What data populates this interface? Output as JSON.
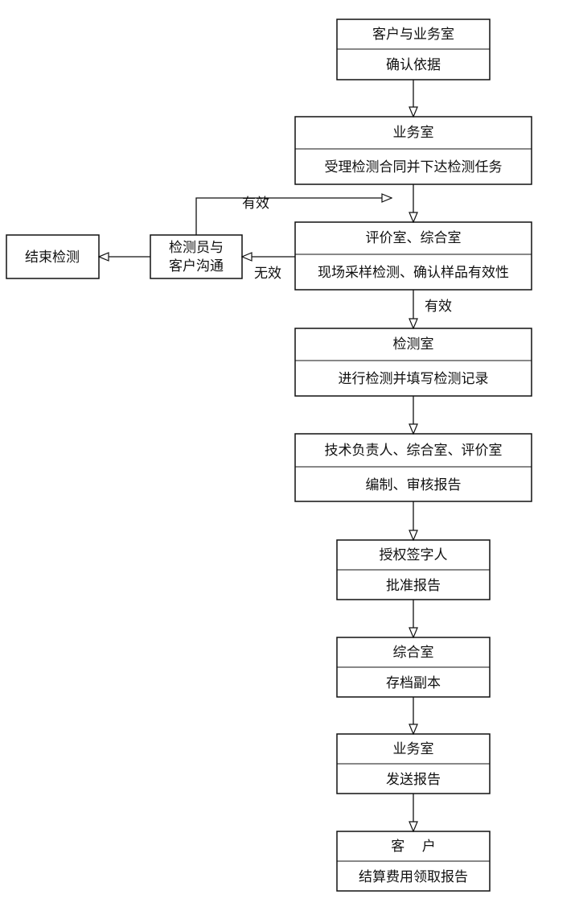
{
  "steps": [
    {
      "role": "客户与业务室",
      "task": "确认依据"
    },
    {
      "role": "业务室",
      "task": "受理检测合同并下达检测任务"
    },
    {
      "role": "评价室、综合室",
      "task": "现场采样检测、确认样品有效性"
    },
    {
      "role": "检测室",
      "task": "进行检测并填写检测记录"
    },
    {
      "role": "技术负责人、综合室、评价室",
      "task": "编制、审核报告"
    },
    {
      "role": "授权签字人",
      "task": "批准报告"
    },
    {
      "role": "综合室",
      "task": "存档副本"
    },
    {
      "role": "业务室",
      "task": "发送报告"
    },
    {
      "role": "客    户",
      "task": "结算费用领取报告"
    }
  ],
  "side": {
    "communicate_line1": "检测员与",
    "communicate_line2": "客户沟通",
    "end": "结束检测"
  },
  "labels": {
    "valid_loop": "有效",
    "invalid": "无效",
    "valid_down": "有效"
  }
}
